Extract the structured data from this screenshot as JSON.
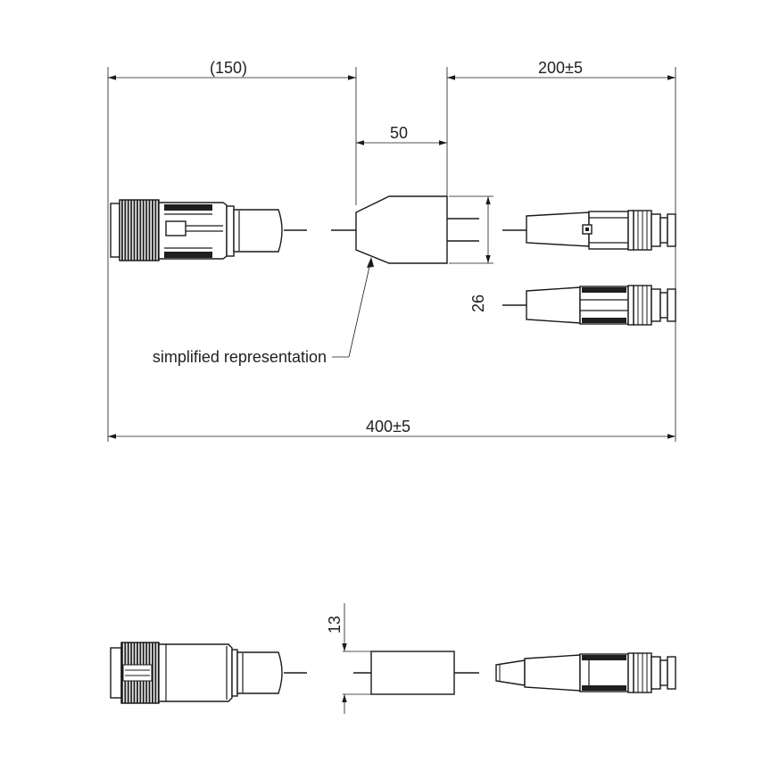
{
  "dimensions": {
    "left_length": "(150)",
    "right_length": "200±5",
    "splitter_length": "50",
    "splitter_width": "26",
    "total_length": "400±5",
    "body_height": "13"
  },
  "annotation": {
    "simplified": "simplified representation"
  },
  "colors": {
    "line": "#1a1a1a",
    "knurl": "#2b2b2b",
    "background": "#ffffff"
  }
}
